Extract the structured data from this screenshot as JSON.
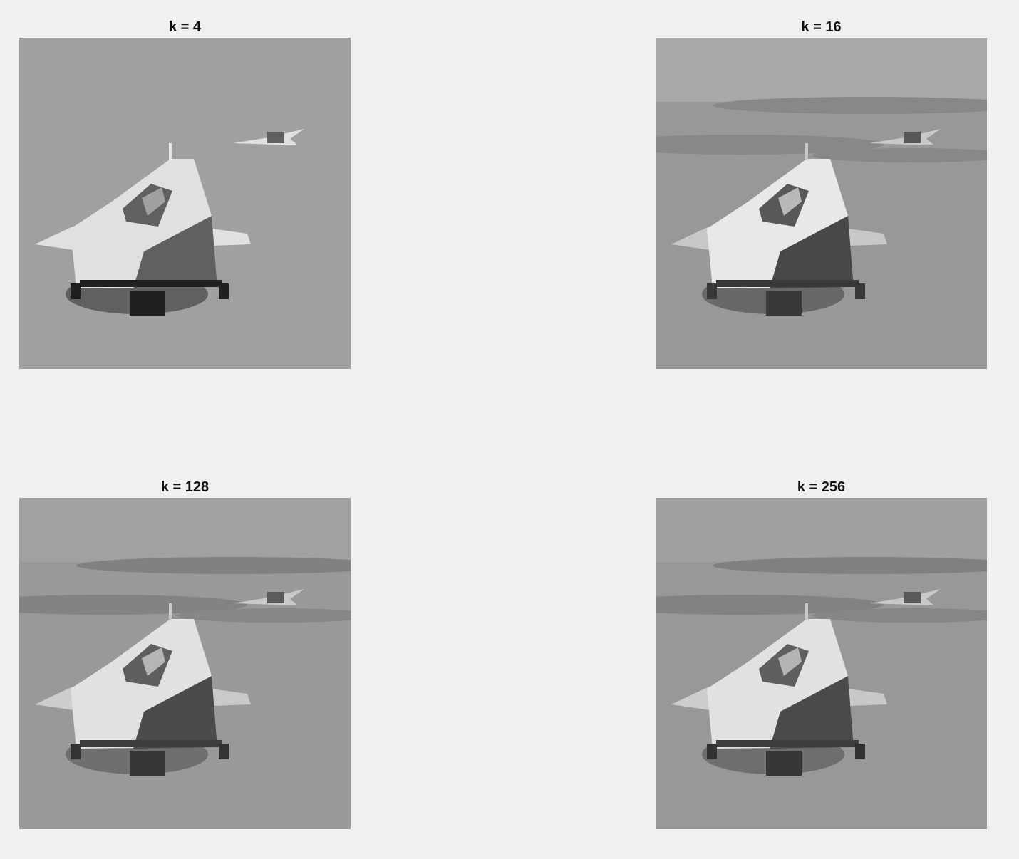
{
  "figure": {
    "panels": [
      {
        "title": "k = 4",
        "levels": 4
      },
      {
        "title": "k = 16",
        "levels": 16
      },
      {
        "title": "k = 128",
        "levels": 128
      },
      {
        "title": "k = 256",
        "levels": 256
      }
    ]
  },
  "colors": {
    "background": "#f0f0f0"
  }
}
